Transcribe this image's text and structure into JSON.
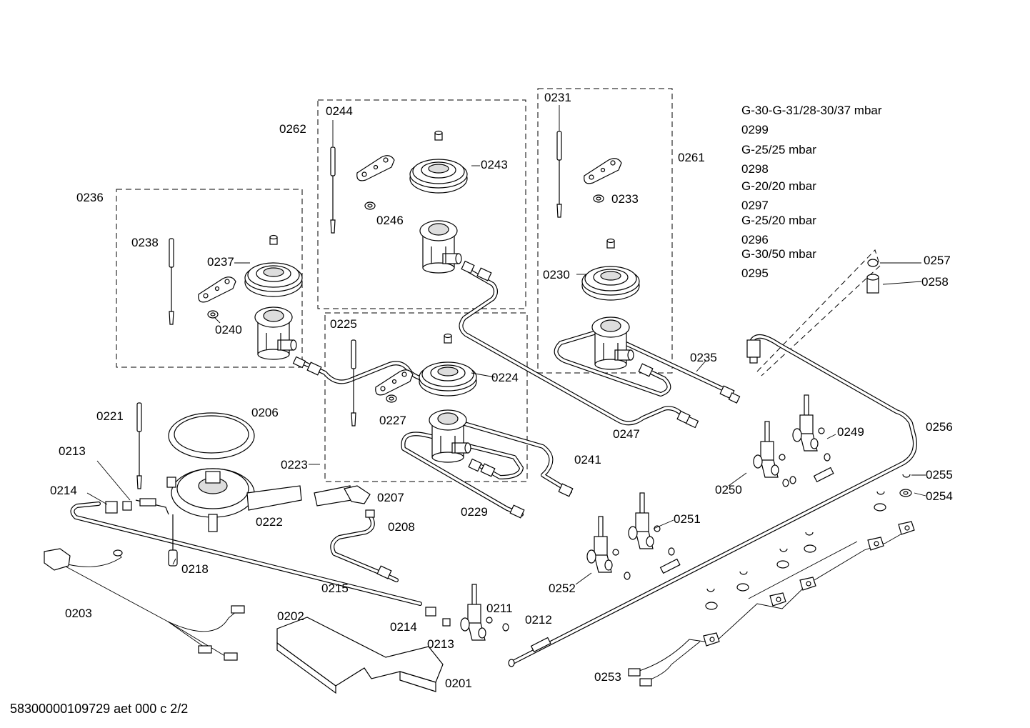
{
  "labels": {
    "l0201": "0201",
    "l0202": "0202",
    "l0203": "0203",
    "l0206": "0206",
    "l0207": "0207",
    "l0208": "0208",
    "l0211": "0211",
    "l0212": "0212",
    "l0213a": "0213",
    "l0213b": "0213",
    "l0214a": "0214",
    "l0214b": "0214",
    "l0215": "0215",
    "l0218": "0218",
    "l0221": "0221",
    "l0222": "0222",
    "l0223": "0223",
    "l0224": "0224",
    "l0225": "0225",
    "l0227": "0227",
    "l0229": "0229",
    "l0230": "0230",
    "l0231": "0231",
    "l0233": "0233",
    "l0235": "0235",
    "l0236": "0236",
    "l0237": "0237",
    "l0238": "0238",
    "l0240": "0240",
    "l0241": "0241",
    "l0243": "0243",
    "l0244": "0244",
    "l0246": "0246",
    "l0247": "0247",
    "l0249": "0249",
    "l0250": "0250",
    "l0251": "0251",
    "l0252": "0252",
    "l0253": "0253",
    "l0254": "0254",
    "l0255": "0255",
    "l0256": "0256",
    "l0257": "0257",
    "l0258": "0258",
    "l0261": "0261",
    "l0262": "0262"
  },
  "gas_legend": [
    "G-30-G-31/28-30/37 mbar",
    "0299",
    "G-25/25 mbar",
    "0298",
    "G-20/20 mbar",
    "0297",
    "G-25/20 mbar",
    "0296",
    "G-30/50 mbar",
    "0295"
  ],
  "footer": "58300000109729 aet 000 c 2/2"
}
